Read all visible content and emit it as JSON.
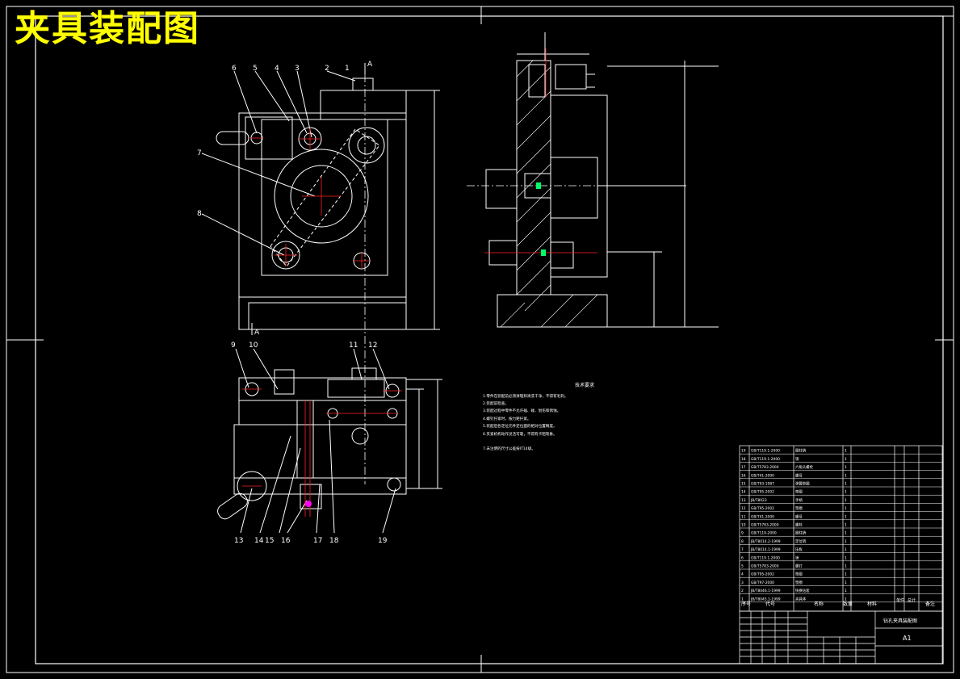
{
  "title": "夹具装配图",
  "colors": {
    "background": "#000000",
    "lines": "#ffffff",
    "title": "#ffff00",
    "centerline": "#ff2020",
    "accent": "#00ff66",
    "magenta": "#ff00ff"
  },
  "balloons_front": [
    "6",
    "5",
    "4",
    "3",
    "2",
    "1"
  ],
  "balloons_front_side": [
    "7",
    "8"
  ],
  "balloons_top": [
    "9",
    "10",
    "11",
    "12"
  ],
  "balloons_bottom": [
    "13",
    "14",
    "15",
    "16",
    "17",
    "18",
    "19"
  ],
  "section_mark": "A",
  "tech_req_title": "技术要求",
  "tech_req_lines": [
    "1.零件在装配前必须清理和清洗干净，不得有毛刺。",
    "2.装配前检查。",
    "3.装配过程中零件不允许磕、碰、划伤和锈蚀。",
    "4.螺钉拧紧时，按力矩拧紧。",
    "5.装配后各定位元件定位面的相对位置精度。",
    "6.夹紧机构动作灵活可靠，不得有卡阻现象。",
    "7.未注明的尺寸公差按IT14级。"
  ],
  "bom_rows": [
    {
      "no": "19",
      "code": "GB/T119.1-2000",
      "name": "圆柱销",
      "qty": "1"
    },
    {
      "no": "18",
      "code": "GB/T119.1-2000",
      "name": "销",
      "qty": "1"
    },
    {
      "no": "17",
      "code": "GB/T5783-2000",
      "name": "六角头螺栓",
      "qty": "1"
    },
    {
      "no": "16",
      "code": "GB/T41-2000",
      "name": "螺母",
      "qty": "1"
    },
    {
      "no": "15",
      "code": "GB/T93-1987",
      "name": "弹簧垫圈",
      "qty": "1"
    },
    {
      "no": "14",
      "code": "GB/T95-2002",
      "name": "垫圈",
      "qty": "1"
    },
    {
      "no": "13",
      "code": "JB/T8023",
      "name": "手柄",
      "qty": "1"
    },
    {
      "no": "12",
      "code": "GB/T95-2002",
      "name": "垫圈",
      "qty": "1"
    },
    {
      "no": "11",
      "code": "GB/T41-2000",
      "name": "螺母",
      "qty": "1"
    },
    {
      "no": "10",
      "code": "GB/T5783-2000",
      "name": "螺栓",
      "qty": "1"
    },
    {
      "no": "9",
      "code": "GB/T119-2000",
      "name": "圆柱销",
      "qty": "1"
    },
    {
      "no": "8",
      "code": "JB/T8014.2-1999",
      "name": "定位销",
      "qty": "1"
    },
    {
      "no": "7",
      "code": "JB/T8014.1-1999",
      "name": "压板",
      "qty": "1"
    },
    {
      "no": "6",
      "code": "GB/T119.1-2000",
      "name": "销",
      "qty": "1"
    },
    {
      "no": "5",
      "code": "GB/T5783-2000",
      "name": "螺钉",
      "qty": "1"
    },
    {
      "no": "4",
      "code": "GB/T95-2002",
      "name": "垫圈",
      "qty": "1"
    },
    {
      "no": "3",
      "code": "GB/T97-2000",
      "name": "垫圈",
      "qty": "1"
    },
    {
      "no": "2",
      "code": "JB/T8046.1-1999",
      "name": "快换钻套",
      "qty": "1"
    },
    {
      "no": "1",
      "code": "JB/T8045.1-1999",
      "name": "夹具体",
      "qty": "1"
    }
  ],
  "bom_header": [
    "序号",
    "代号",
    "名称",
    "数量",
    "材料",
    "单件",
    "总计",
    "备注"
  ],
  "titleblock_name": "钻孔夹具装配图",
  "titleblock_scale": "A1"
}
